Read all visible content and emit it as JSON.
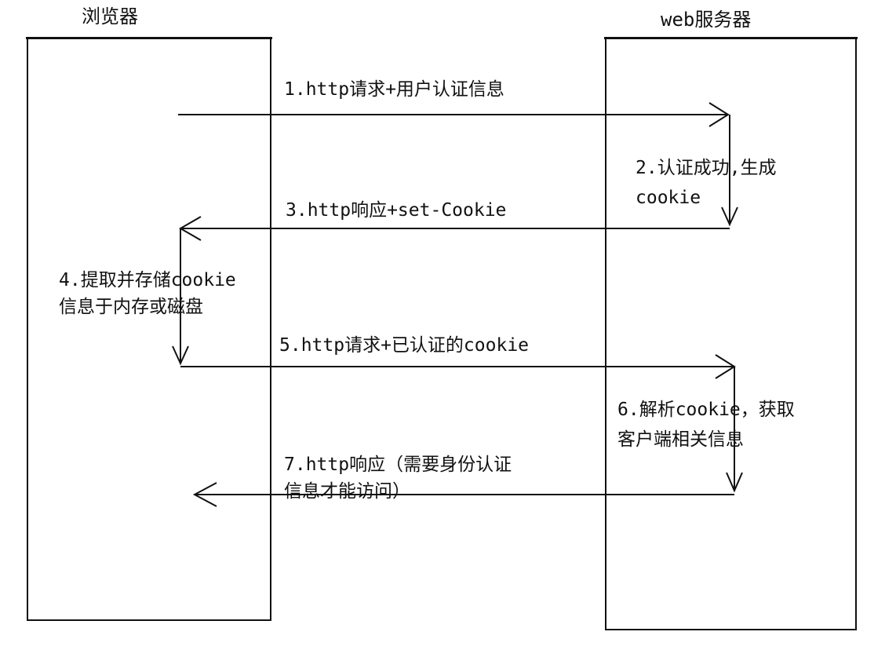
{
  "headers": {
    "browser": "浏览器",
    "server": "web服务器"
  },
  "steps": {
    "s1": "1.http请求+用户认证信息",
    "s2_line1": "2.认证成功,生成",
    "s2_line2": "cookie",
    "s3": "3.http响应+set-Cookie",
    "s4_line1": "4.提取并存储cookie",
    "s4_line2": "信息于内存或磁盘",
    "s5": "5.http请求+已认证的cookie",
    "s6_line1": "6.解析cookie，获取",
    "s6_line2": "客户端相关信息",
    "s7_line1": "7.http响应（需要身份认证",
    "s7_line2": "信息才能访问）"
  },
  "colors": {
    "stroke": "#111111",
    "background": "#ffffff"
  }
}
